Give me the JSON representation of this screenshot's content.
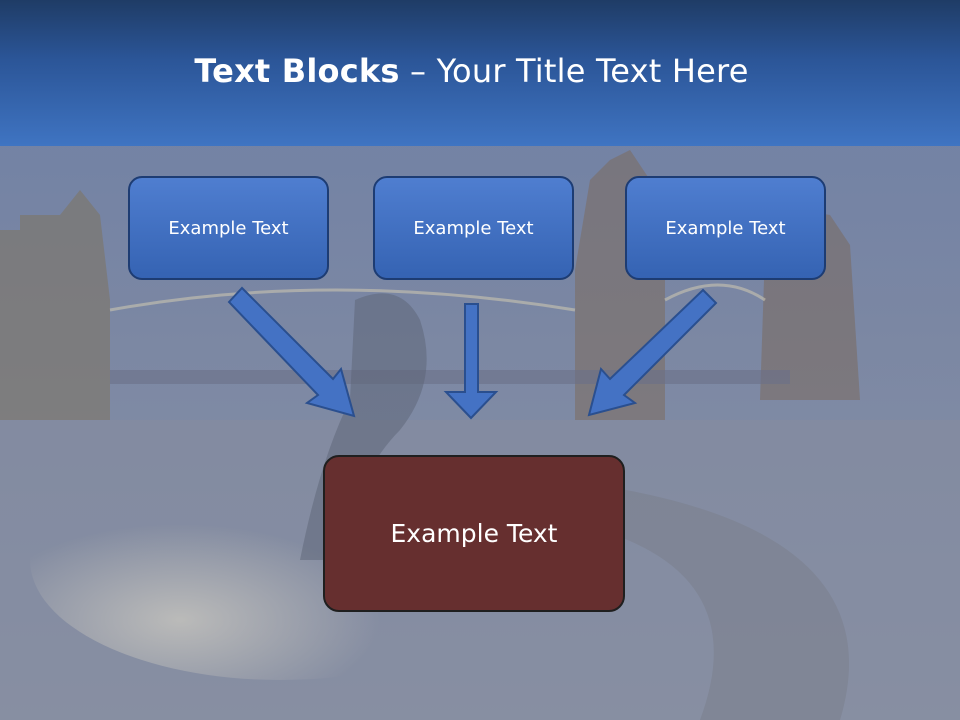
{
  "title": {
    "bold": "Text Blocks",
    "dash": " – ",
    "rest": "Your Title Text Here"
  },
  "blocks": {
    "left": "Example Text",
    "center": "Example Text",
    "right": "Example Text",
    "main": "Example Text"
  },
  "colors": {
    "header": "#2b5597",
    "block_blue": "#4472c4",
    "block_main": "#662f2f",
    "arrow": "#4472c4"
  }
}
